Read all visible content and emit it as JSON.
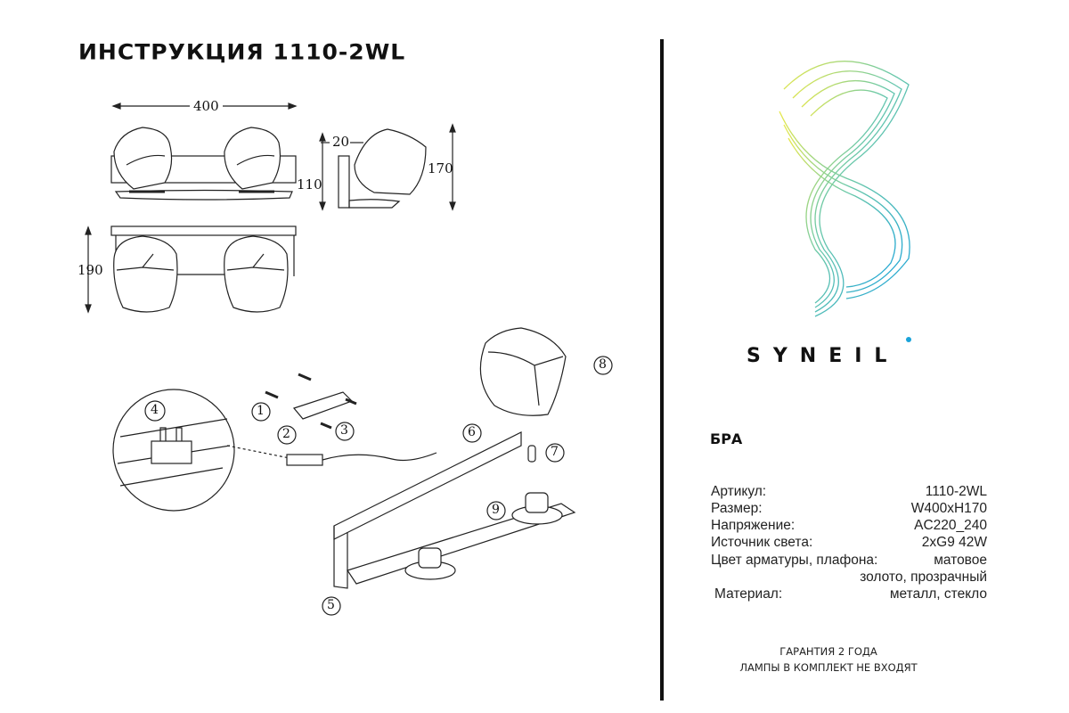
{
  "title": "ИНСТРУКЦИЯ 1110-2WL",
  "dimensions": {
    "width": "400",
    "depth": "20",
    "height_wall": "110",
    "height_total": "170",
    "projection": "190"
  },
  "callouts": [
    "1",
    "2",
    "3",
    "4",
    "5",
    "6",
    "7",
    "8",
    "9"
  ],
  "brand": {
    "name": "SYNEIL",
    "accent_color": "#1aa3d9"
  },
  "product": {
    "type": "БРА",
    "specs": [
      {
        "label": "Артикул:",
        "value": "1110-2WL"
      },
      {
        "label": "Размер:",
        "value": "W400xH170"
      },
      {
        "label": "Напряжение:",
        "value": "AC220_240"
      },
      {
        "label": "Источник света:",
        "value": "2xG9 42W"
      },
      {
        "label": "Цвет арматуры, плафона:",
        "value": "матовое"
      },
      {
        "label": "",
        "value": "золото, прозрачный"
      },
      {
        "label": "Материал:",
        "value": "металл, стекло"
      }
    ]
  },
  "footer": {
    "warranty": "ГАРАНТИЯ 2 ГОДА",
    "lamps": "ЛАМПЫ В КОМПЛЕКТ НЕ ВХОДЯТ"
  }
}
